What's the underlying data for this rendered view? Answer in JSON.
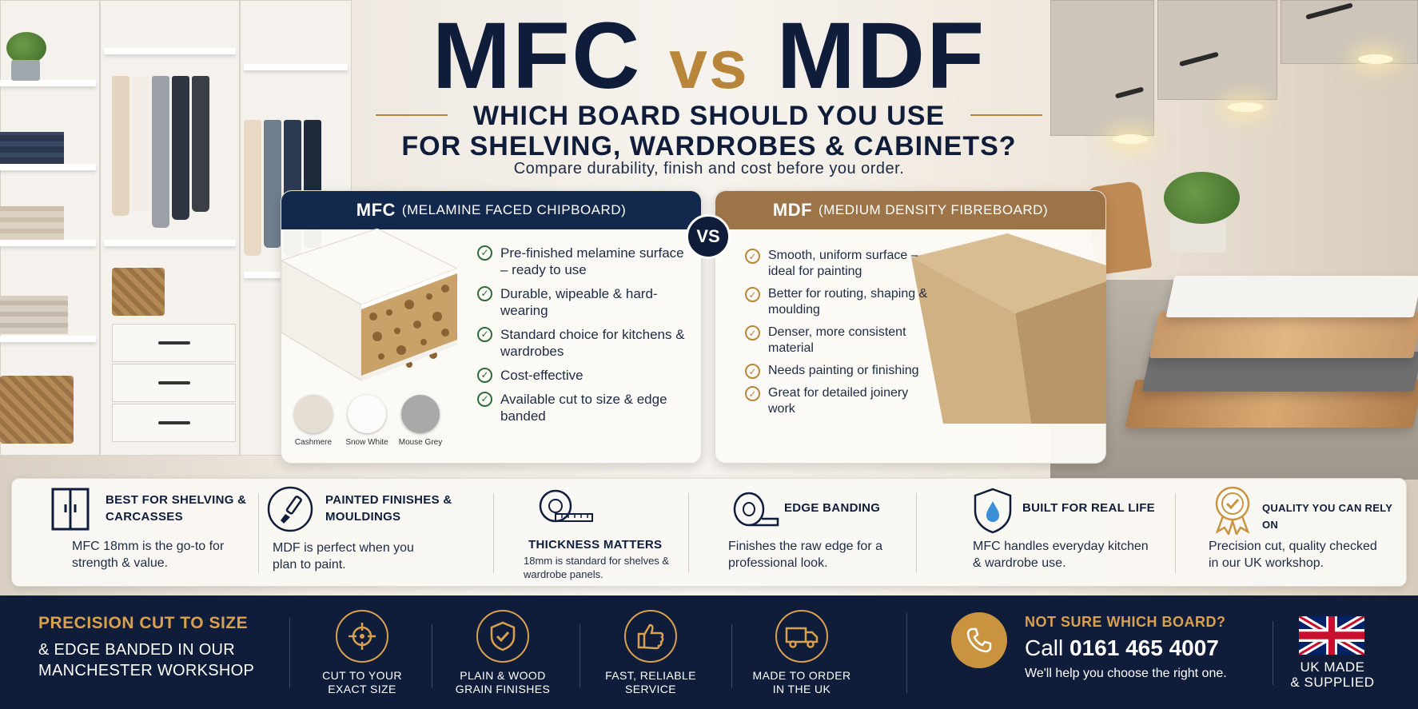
{
  "header": {
    "title_left": "MFC",
    "title_vs": "vs",
    "title_right": "MDF",
    "subtitle_line1": "WHICH BOARD SHOULD YOU USE",
    "subtitle_line2": "FOR SHELVING, WARDROBES & CABINETS?",
    "tagline": "Compare durability, finish and cost before you order."
  },
  "vs_badge": "VS",
  "mfc_panel": {
    "name": "MFC",
    "full_name": "(MELAMINE FACED CHIPBOARD)",
    "features": [
      "Pre-finished melamine surface – ready to use",
      "Durable, wipeable & hard-wearing",
      "Standard choice for kitchens & wardrobes",
      "Cost-effective",
      "Available cut to size & edge banded"
    ],
    "swatches": [
      {
        "label": "Cashmere",
        "color": "#e6ded3"
      },
      {
        "label": "Snow White",
        "color": "#fbfbfa"
      },
      {
        "label": "Mouse Grey",
        "color": "#a9a9a9"
      }
    ]
  },
  "mdf_panel": {
    "name": "MDF",
    "full_name": "(MEDIUM DENSITY FIBREBOARD)",
    "features": [
      "Smooth, uniform surface – ideal for painting",
      "Better for routing, shaping & moulding",
      "Denser, more consistent material",
      "Needs painting or finishing",
      "Great for detailed joinery work"
    ]
  },
  "features": [
    {
      "icon": "wardrobe-icon",
      "title": "BEST FOR SHELVING & CARCASSES",
      "desc": "MFC 18mm is the go-to for strength & value."
    },
    {
      "icon": "paintbrush-icon",
      "title": "PAINTED FINISHES & MOULDINGS",
      "desc": "MDF is perfect when you plan to paint."
    },
    {
      "icon": "tape-measure-icon",
      "title": "THICKNESS MATTERS",
      "desc": "18mm is standard for shelves & wardrobe panels."
    },
    {
      "icon": "edge-tape-icon",
      "title": "EDGE BANDING",
      "desc": "Finishes the raw edge for a professional look."
    },
    {
      "icon": "water-shield-icon",
      "title": "BUILT FOR REAL LIFE",
      "desc": "MFC handles everyday kitchen & wardrobe use."
    },
    {
      "icon": "quality-badge-icon",
      "title": "QUALITY YOU CAN RELY ON",
      "desc": "Precision cut, quality checked in our UK workshop."
    }
  ],
  "bottom": {
    "headline": "PRECISION CUT TO SIZE",
    "subline1": "& EDGE BANDED IN OUR",
    "subline2": "MANCHESTER WORKSHOP",
    "items": [
      {
        "icon": "crosshair-icon",
        "line1": "CUT TO YOUR",
        "line2": "EXACT SIZE"
      },
      {
        "icon": "shield-check-icon",
        "line1": "PLAIN & WOOD",
        "line2": "GRAIN FINISHES"
      },
      {
        "icon": "thumbs-up-icon",
        "line1": "FAST, RELIABLE",
        "line2": "SERVICE"
      },
      {
        "icon": "delivery-truck-icon",
        "line1": "MADE TO ORDER",
        "line2": "IN THE UK"
      }
    ],
    "question": "NOT SURE WHICH BOARD?",
    "call_prefix": "Call",
    "phone": "0161 465 4007",
    "help": "We'll help you choose the right one.",
    "uk_line1": "UK MADE",
    "uk_line2": "& SUPPLIED"
  },
  "colors": {
    "navy": "#0f1d3a",
    "gold": "#b8863a",
    "mdf_brown": "#9d7448"
  }
}
